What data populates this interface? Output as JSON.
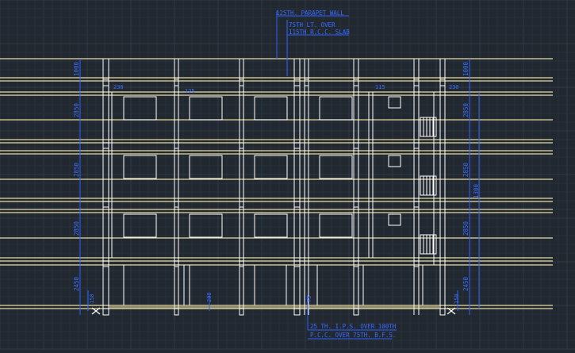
{
  "colors": {
    "background": "#212830",
    "grid_minor": "#27303a",
    "grid_major": "#2f3a46",
    "floor_line": "#e8dca4",
    "wall": "#ffffff",
    "dimension": "#3060ff",
    "annotation": "#3a6cff"
  },
  "annotations": {
    "top_line1": "125TH. PARAPET WALL",
    "top_line2": "75TH  LT. OVER",
    "top_line3": "115TH R.C.C. SLAB",
    "bottom_line1": "25 TH. I.P.S. OVER 100TH",
    "bottom_line2": "P.C.C. OVER 75TH. B.F.S."
  },
  "dimensions_left": [
    "1000",
    "2850",
    "2850",
    "2850",
    "2450"
  ],
  "dimensions_right": [
    "1000",
    "2850",
    "2850",
    "2850",
    "2450"
  ],
  "dimension_total": "1300",
  "small_labels": {
    "l230a": "230",
    "l125": "125",
    "l115": "115",
    "l230b": "230",
    "l200": "200",
    "l150a": "150",
    "l150b": "150",
    "l75": "75"
  }
}
